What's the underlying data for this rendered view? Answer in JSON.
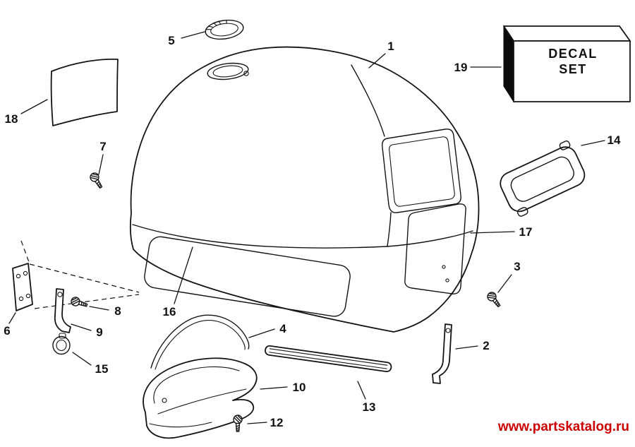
{
  "diagram": {
    "watermark": "www.partskatalog.ru",
    "decal": {
      "line1": "DECAL",
      "line2": "SET"
    },
    "colors": {
      "line": "#141414",
      "watermark": "#cc0000",
      "decal_side": "#000000",
      "background": "#ffffff"
    },
    "callouts": {
      "n1": "1",
      "n2": "2",
      "n3": "3",
      "n4": "4",
      "n5": "5",
      "n6": "6",
      "n7": "7",
      "n8": "8",
      "n9": "9",
      "n10": "10",
      "n12": "12",
      "n13": "13",
      "n14": "14",
      "n15": "15",
      "n16": "16",
      "n17": "17",
      "n18": "18",
      "n19": "19"
    }
  }
}
